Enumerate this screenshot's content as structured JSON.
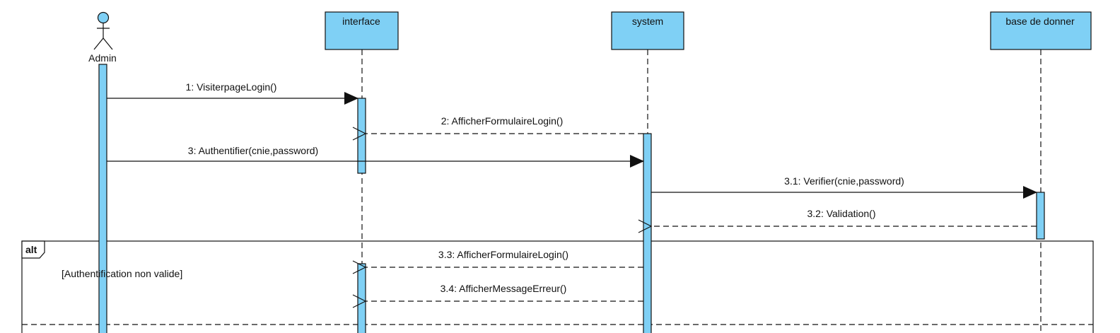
{
  "diagram": {
    "actor": {
      "name": "Admin"
    },
    "lifelines": [
      {
        "name": "interface"
      },
      {
        "name": "system"
      },
      {
        "name": "base de donner"
      }
    ],
    "messages": [
      {
        "label": "1: VisiterpageLogin()",
        "kind": "sync"
      },
      {
        "label": "2: AfficherFormulaireLogin()",
        "kind": "return"
      },
      {
        "label": "3: Authentifier(cnie,password)",
        "kind": "sync"
      },
      {
        "label": "3.1: Verifier(cnie,password)",
        "kind": "sync"
      },
      {
        "label": "3.2: Validation()",
        "kind": "return"
      },
      {
        "label": "3.3: AfficherFormulaireLogin()",
        "kind": "return"
      },
      {
        "label": "3.4: AfficherMessageErreur()",
        "kind": "return"
      }
    ],
    "fragment": {
      "operator": "alt",
      "guard": "[Authentification non valide]"
    },
    "colors": {
      "fill": "#7fd0f5",
      "stroke": "#111111",
      "background": "#ffffff"
    }
  }
}
